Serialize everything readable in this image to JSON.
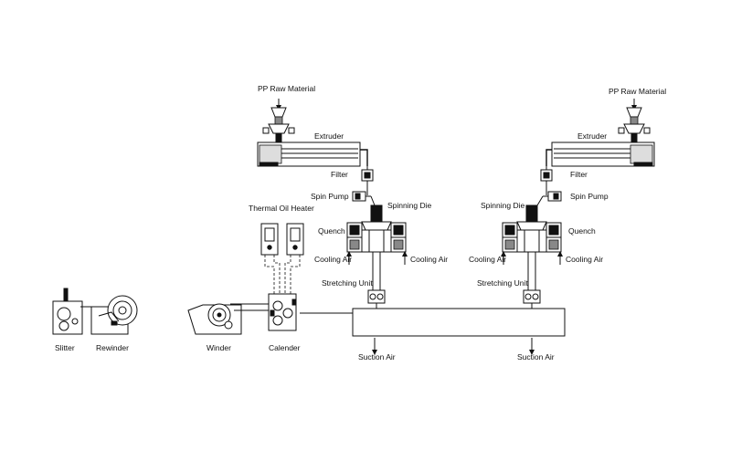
{
  "labels": {
    "raw_material": "PP Raw Material",
    "extruder": "Extruder",
    "filter": "Filter",
    "spin_pump": "Spin Pump",
    "spinning_die": "Spinning Die",
    "quench": "Quench",
    "cooling_air": "Cooling Air",
    "stretching_unit": "Stretching Unit",
    "suction_air": "Suction Air",
    "thermal_oil_heater": "Thermal Oil Heater",
    "calender": "Calender",
    "winder": "Winder",
    "rewinder": "Rewinder",
    "slitter": "Slitter"
  }
}
